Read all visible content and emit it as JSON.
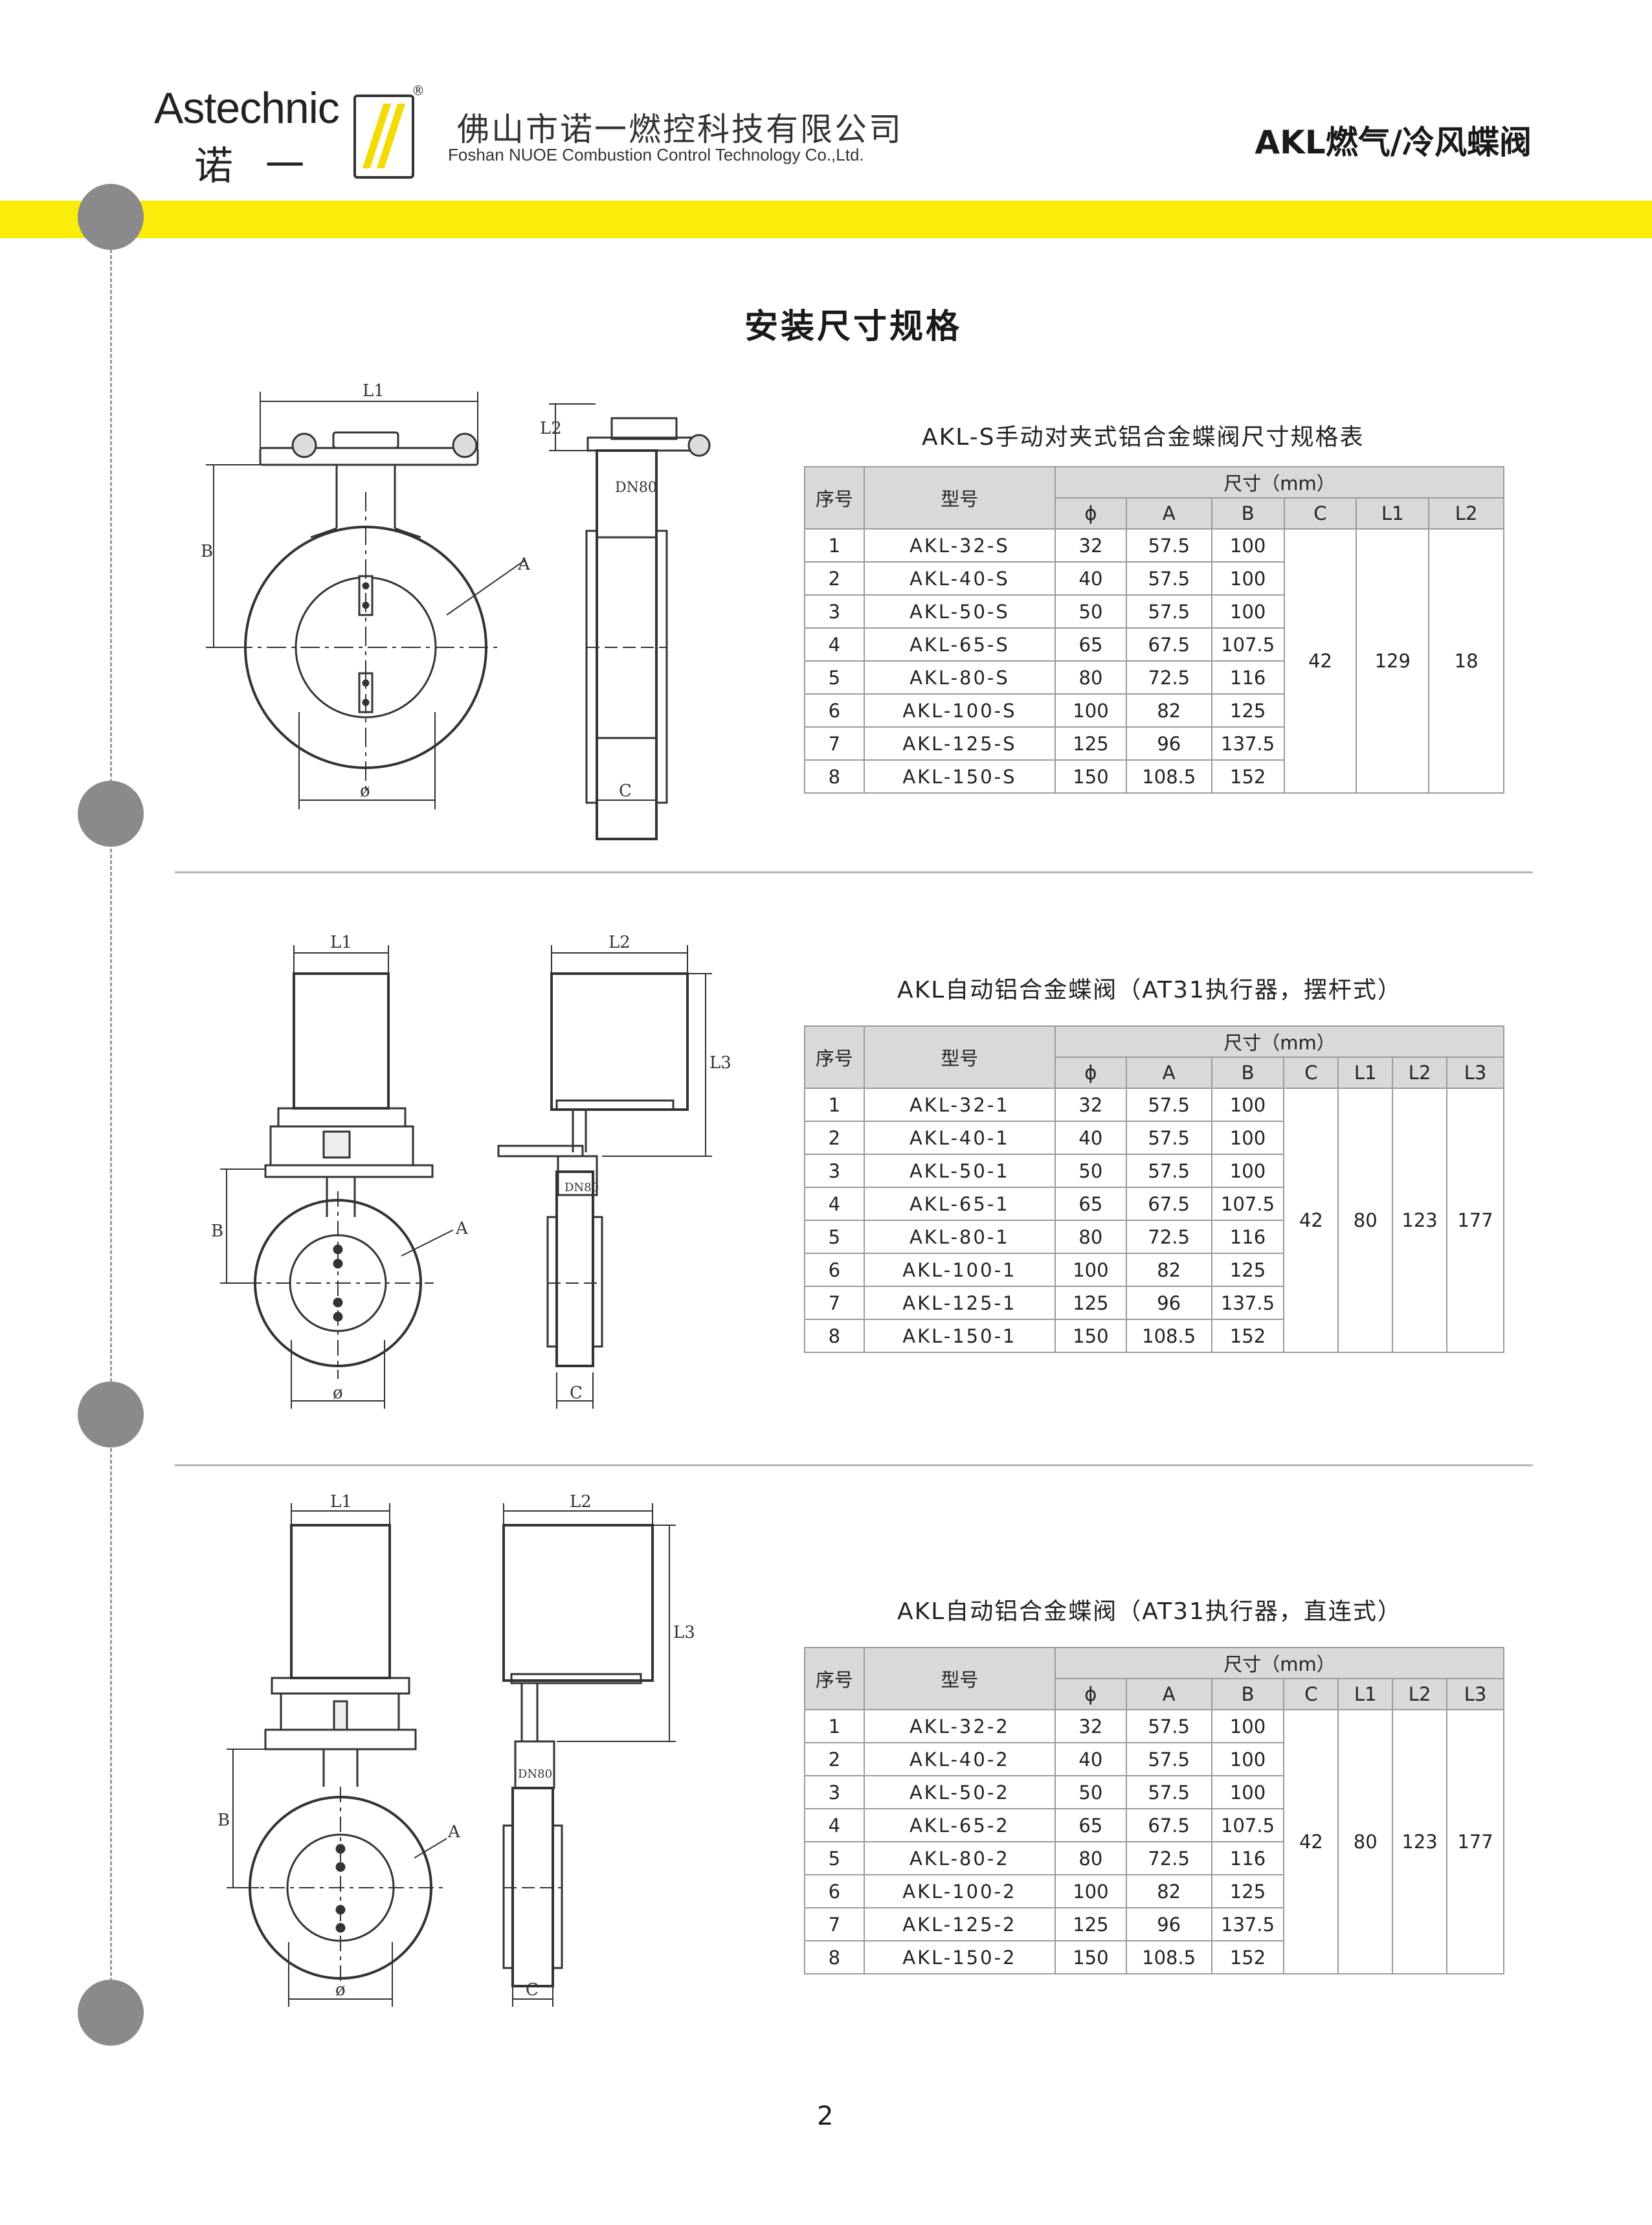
{
  "header": {
    "logo_en": "Astechnic",
    "logo_cn": "诺一",
    "registered_mark": "®",
    "company_cn": "佛山市诺一燃控科技有限公司",
    "company_en": "Foshan NUOE Combustion Control Technology Co.,Ltd.",
    "product_title": "AKL燃气/冷风蝶阀"
  },
  "colors": {
    "accent_yellow": "#fcec0a",
    "logo_yellow": "#f3dc06",
    "dot_gray": "#8a8a8a",
    "table_header": "#d9d9d9"
  },
  "page_heading": "安装尺寸规格",
  "drawing_labels": {
    "L1": "L1",
    "L2": "L2",
    "L3": "L3",
    "A": "A",
    "B": "B",
    "C": "C",
    "phi": "ø",
    "dn": "DN80"
  },
  "sections": [
    {
      "title": "AKL-S手动对夹式铝合金蝶阀尺寸规格表",
      "header_row1": {
        "seq": "序号",
        "model": "型号",
        "dims": "尺寸（mm）"
      },
      "columns": [
        "ϕ",
        "A",
        "B",
        "C",
        "L1",
        "L2"
      ],
      "rows": [
        {
          "seq": "1",
          "model": "AKL-32-S",
          "phi": "32",
          "a": "57.5",
          "b": "100"
        },
        {
          "seq": "2",
          "model": "AKL-40-S",
          "phi": "40",
          "a": "57.5",
          "b": "100"
        },
        {
          "seq": "3",
          "model": "AKL-50-S",
          "phi": "50",
          "a": "57.5",
          "b": "100"
        },
        {
          "seq": "4",
          "model": "AKL-65-S",
          "phi": "65",
          "a": "67.5",
          "b": "107.5"
        },
        {
          "seq": "5",
          "model": "AKL-80-S",
          "phi": "80",
          "a": "72.5",
          "b": "116"
        },
        {
          "seq": "6",
          "model": "AKL-100-S",
          "phi": "100",
          "a": "82",
          "b": "125"
        },
        {
          "seq": "7",
          "model": "AKL-125-S",
          "phi": "125",
          "a": "96",
          "b": "137.5"
        },
        {
          "seq": "8",
          "model": "AKL-150-S",
          "phi": "150",
          "a": "108.5",
          "b": "152"
        }
      ],
      "common": [
        "42",
        "129",
        "18"
      ]
    },
    {
      "title": "AKL自动铝合金蝶阀（AT31执行器，摆杆式）",
      "header_row1": {
        "seq": "序号",
        "model": "型号",
        "dims": "尺寸（mm）"
      },
      "columns": [
        "ϕ",
        "A",
        "B",
        "C",
        "L1",
        "L2",
        "L3"
      ],
      "rows": [
        {
          "seq": "1",
          "model": "AKL-32-1",
          "phi": "32",
          "a": "57.5",
          "b": "100"
        },
        {
          "seq": "2",
          "model": "AKL-40-1",
          "phi": "40",
          "a": "57.5",
          "b": "100"
        },
        {
          "seq": "3",
          "model": "AKL-50-1",
          "phi": "50",
          "a": "57.5",
          "b": "100"
        },
        {
          "seq": "4",
          "model": "AKL-65-1",
          "phi": "65",
          "a": "67.5",
          "b": "107.5"
        },
        {
          "seq": "5",
          "model": "AKL-80-1",
          "phi": "80",
          "a": "72.5",
          "b": "116"
        },
        {
          "seq": "6",
          "model": "AKL-100-1",
          "phi": "100",
          "a": "82",
          "b": "125"
        },
        {
          "seq": "7",
          "model": "AKL-125-1",
          "phi": "125",
          "a": "96",
          "b": "137.5"
        },
        {
          "seq": "8",
          "model": "AKL-150-1",
          "phi": "150",
          "a": "108.5",
          "b": "152"
        }
      ],
      "common": [
        "42",
        "80",
        "123",
        "177"
      ]
    },
    {
      "title": "AKL自动铝合金蝶阀（AT31执行器，直连式）",
      "header_row1": {
        "seq": "序号",
        "model": "型号",
        "dims": "尺寸（mm）"
      },
      "columns": [
        "ϕ",
        "A",
        "B",
        "C",
        "L1",
        "L2",
        "L3"
      ],
      "rows": [
        {
          "seq": "1",
          "model": "AKL-32-2",
          "phi": "32",
          "a": "57.5",
          "b": "100"
        },
        {
          "seq": "2",
          "model": "AKL-40-2",
          "phi": "40",
          "a": "57.5",
          "b": "100"
        },
        {
          "seq": "3",
          "model": "AKL-50-2",
          "phi": "50",
          "a": "57.5",
          "b": "100"
        },
        {
          "seq": "4",
          "model": "AKL-65-2",
          "phi": "65",
          "a": "67.5",
          "b": "107.5"
        },
        {
          "seq": "5",
          "model": "AKL-80-2",
          "phi": "80",
          "a": "72.5",
          "b": "116"
        },
        {
          "seq": "6",
          "model": "AKL-100-2",
          "phi": "100",
          "a": "82",
          "b": "125"
        },
        {
          "seq": "7",
          "model": "AKL-125-2",
          "phi": "125",
          "a": "96",
          "b": "137.5"
        },
        {
          "seq": "8",
          "model": "AKL-150-2",
          "phi": "150",
          "a": "108.5",
          "b": "152"
        }
      ],
      "common": [
        "42",
        "80",
        "123",
        "177"
      ]
    }
  ],
  "page_number": "2"
}
